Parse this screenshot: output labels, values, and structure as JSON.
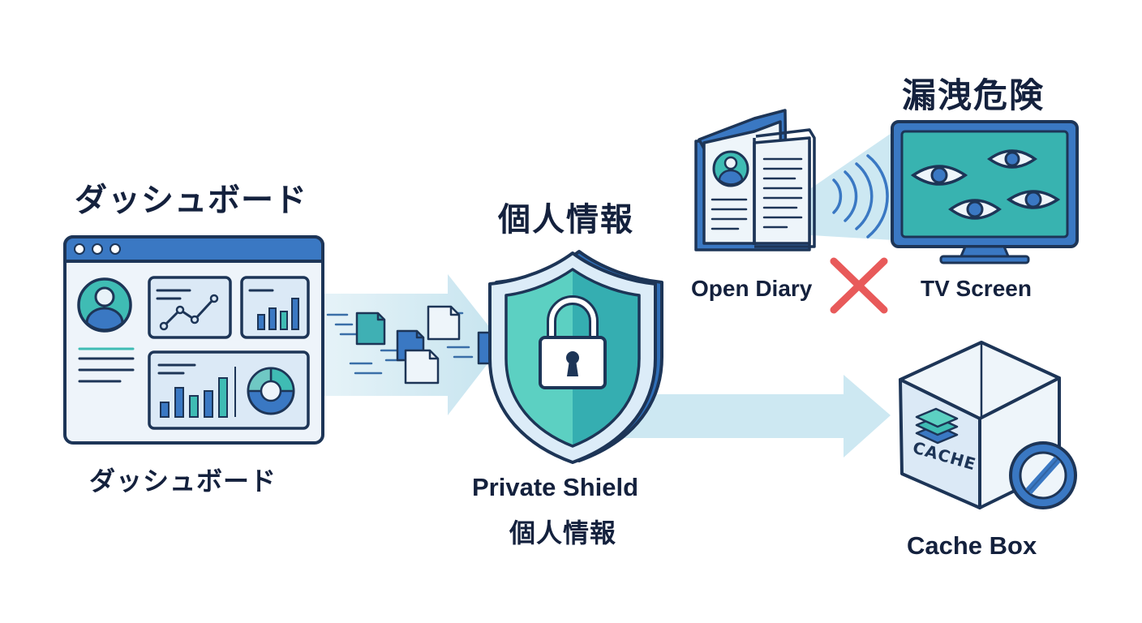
{
  "dashboard": {
    "title": "ダッシュボード",
    "caption": "ダッシュボード"
  },
  "shield": {
    "title": "個人情報",
    "caption_en": "Private Shield",
    "caption_ja": "個人情報"
  },
  "leak": {
    "title": "漏洩危険",
    "diary_caption": "Open Diary",
    "tv_caption": "TV Screen"
  },
  "cache": {
    "box_label": "CACHE",
    "caption": "Cache Box"
  },
  "colors": {
    "navy": "#1d3557",
    "blue": "#3a78c3",
    "light_blue": "#dbe9f6",
    "teal": "#3fbcb4",
    "arrow": "#cde8f2",
    "danger": "#e85a5a"
  },
  "icons": [
    "browser-window-icon",
    "user-avatar-icon",
    "line-chart-icon",
    "bar-chart-icon",
    "donut-chart-icon",
    "document-icon",
    "shield-icon",
    "padlock-icon",
    "open-book-icon",
    "signal-waves-icon",
    "tv-monitor-icon",
    "eye-icon",
    "cross-icon",
    "box-icon",
    "layers-icon",
    "prohibited-icon"
  ]
}
